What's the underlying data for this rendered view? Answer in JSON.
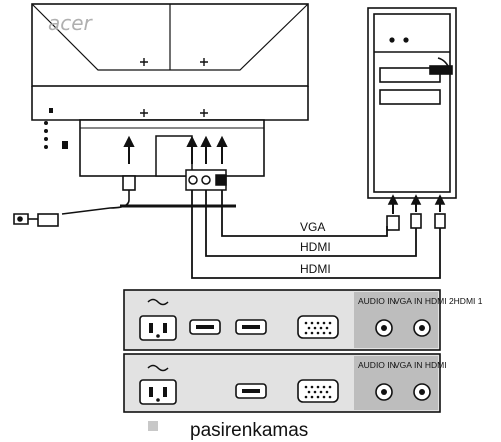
{
  "monitor": {
    "brand_logo": "acer"
  },
  "cables": {
    "vga": "VGA",
    "hdmi_top": "HDMI",
    "hdmi_bottom": "HDMI"
  },
  "panel_1": {
    "audio_label": "AUDIO IN",
    "ports_label": "VGA",
    "extra_label": "IN HDMI 2HDMI 1"
  },
  "panel_2": {
    "audio_label": "AUDIO IN",
    "ports_label": "VGA",
    "extra_label": "IN HDMI"
  },
  "legend": {
    "optional_text": "pasirenkamas",
    "optional_color": "#c8c8c8"
  },
  "colors": {
    "line": "#111111",
    "panel_fill": "#e2e2e2",
    "highlight": "#bdbdbd"
  }
}
